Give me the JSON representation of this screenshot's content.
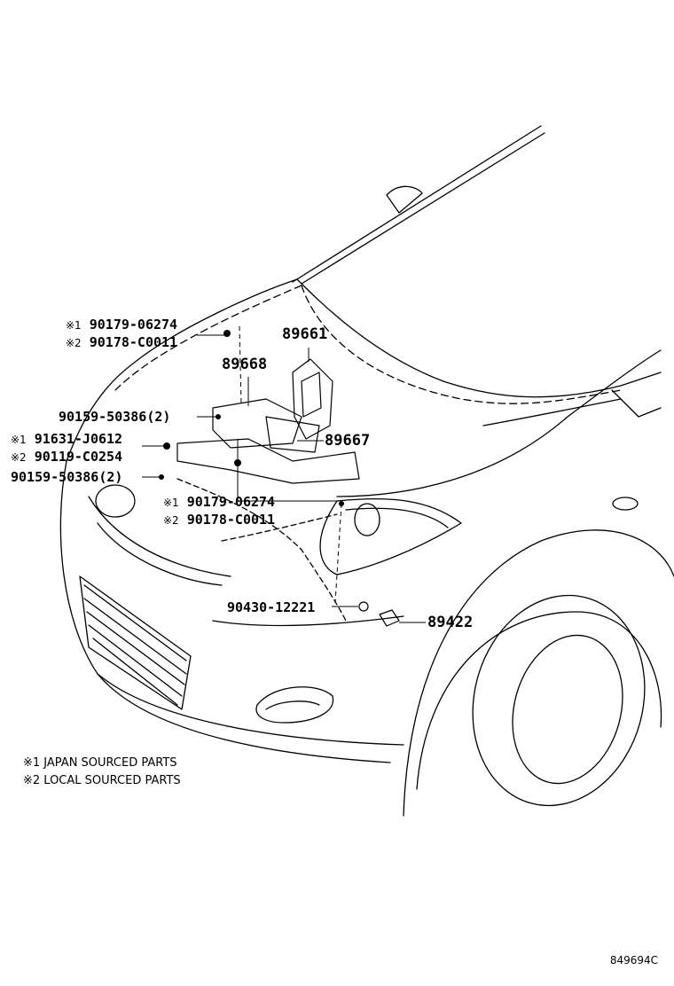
{
  "callouts": {
    "c1_line1": {
      "mark": "※1",
      "part": "90179-06274"
    },
    "c1_line2": {
      "mark": "※2",
      "part": "90178-C0011"
    },
    "p89661": "89661",
    "p89668": "89668",
    "bolt_upper": "90159-50386(2)",
    "c2_line1": {
      "mark": "※1",
      "part": "91631-J0612"
    },
    "c2_line2": {
      "mark": "※2",
      "part": "90119-C0254"
    },
    "p89667": "89667",
    "bolt_lower": "90159-50386(2)",
    "c3_line1": {
      "mark": "※1",
      "part": "90179-06274"
    },
    "c3_line2": {
      "mark": "※2",
      "part": "90178-C0011"
    },
    "washer": "90430-12221",
    "p89422": "89422"
  },
  "notes": [
    "※1 JAPAN SOURCED PARTS",
    "※2 LOCAL SOURCED PARTS"
  ],
  "illustration_code": "849694C"
}
